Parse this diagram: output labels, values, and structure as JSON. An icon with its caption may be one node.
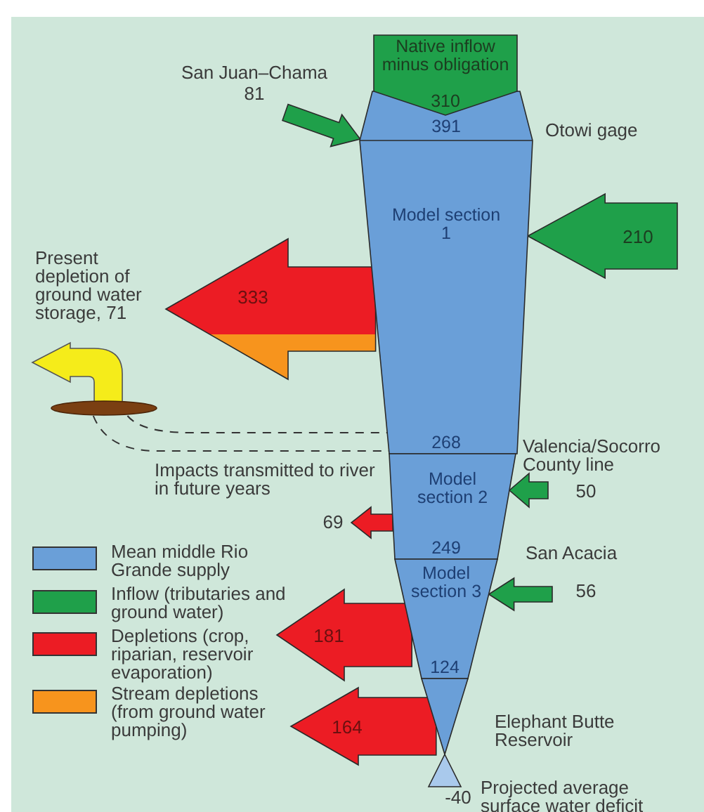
{
  "diagram": {
    "nodes": [
      {
        "text": [
          "Native inflow minus obligation",
          "310"
        ]
      },
      {
        "text": [
          "391",
          "Model section 1",
          "268"
        ]
      },
      {
        "text": [
          "Model section 2",
          "249"
        ]
      },
      {
        "text": [
          "Model section 3",
          "124"
        ]
      },
      {
        "text": [],
        "shape": "triangle"
      },
      {
        "text": [],
        "shape": "triangle",
        "beside": [
          "-40"
        ]
      },
      {
        "text": [],
        "shape": "disc"
      }
    ],
    "edges": [
      {
        "from": null,
        "to": 1,
        "arrow": "to",
        "label": "San Juan–Chama 81",
        "color": "#1fa04a"
      },
      {
        "from": null,
        "to": 1,
        "arrow": "to",
        "label": "210",
        "color": "#1fa04a"
      },
      {
        "from": 1,
        "to": null,
        "arrow": "to",
        "label": "333",
        "color": "#ec1c24"
      },
      {
        "from": 6,
        "to": null,
        "arrow": "to",
        "color": "#f5ec1a"
      },
      {
        "from": 6,
        "to": 1,
        "arrow": "none",
        "style": "dashed",
        "color": "#333333"
      },
      {
        "from": 6,
        "to": 1,
        "arrow": "none",
        "style": "dashed",
        "color": "#333333"
      },
      {
        "from": 2,
        "to": null,
        "arrow": "to",
        "label": "69",
        "color": "#ec1c24"
      },
      {
        "from": null,
        "to": 2,
        "arrow": "to",
        "label": "50",
        "color": "#1fa04a"
      },
      {
        "from": 3,
        "to": null,
        "arrow": "to",
        "label": "181",
        "color": "#ec1c24"
      },
      {
        "from": null,
        "to": 3,
        "arrow": "to",
        "label": "56",
        "color": "#1fa04a"
      },
      {
        "from": 4,
        "to": null,
        "arrow": "to",
        "label": "164",
        "color": "#ec1c24"
      }
    ],
    "labels": [
      "Otowi gage",
      "Present depletion of ground water storage, 71",
      "Valencia/Socorro County line",
      "Impacts transmitted to river in future years",
      "San Acacia",
      "Elephant Butte Reservoir",
      "Projected average surface water deficit"
    ],
    "legend": [
      {
        "text": "Mean middle Rio Grande supply",
        "color": "#6a9fd8"
      },
      {
        "text": "Inflow (tributaries and ground water)",
        "color": "#1fa04a"
      },
      {
        "text": "Depletions (crop, riparian, reservoir evaporation)",
        "color": "#ec1c24"
      },
      {
        "text": "Stream depletions (from ground water pumping)",
        "color": "#f7941d"
      }
    ]
  }
}
